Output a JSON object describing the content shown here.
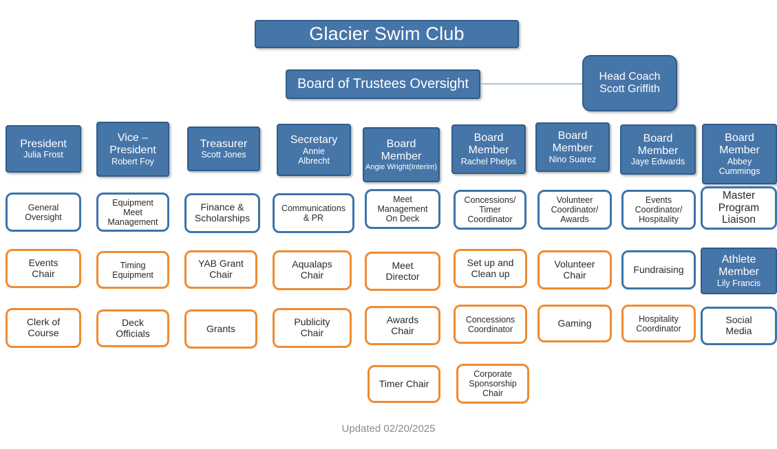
{
  "header": {
    "org_title": "Glacier Swim Club",
    "oversight_title": "Board of Trustees Oversight",
    "head_coach_role": "Head Coach",
    "head_coach_name": "Scott Griffith"
  },
  "footer": {
    "updated": "Updated 02/20/2025"
  },
  "colors": {
    "fill_blue": "#4675a8",
    "border_blue_dark": "#2e5c8a",
    "outline_blue": "#3b74ab",
    "outline_orange": "#ee8b32",
    "connector": "#a8c4dd",
    "footer_text": "#8b8b8b"
  },
  "columns": [
    {
      "officer": {
        "role": "President",
        "name": "Julia Frost"
      },
      "duty": {
        "text_1": "General",
        "text_2": "Oversight",
        "text_3": ""
      },
      "row3": {
        "text_1": "Events",
        "text_2": "Chair",
        "text_3": ""
      },
      "row4": {
        "text_1": "Clerk of",
        "text_2": "Course",
        "text_3": ""
      },
      "row5": null
    },
    {
      "officer": {
        "role_1": "Vice –",
        "role_2": "President",
        "name": "Robert Foy"
      },
      "duty": {
        "text_1": "Equipment",
        "text_2": "Meet",
        "text_3": "Management"
      },
      "row3": {
        "text_1": "Timing",
        "text_2": "Equipment",
        "text_3": ""
      },
      "row4": {
        "text_1": "Deck",
        "text_2": "Officials",
        "text_3": ""
      },
      "row5": null
    },
    {
      "officer": {
        "role": "Treasurer",
        "name": "Scott Jones"
      },
      "duty": {
        "text_1": "Finance &",
        "text_2": "Scholarships",
        "text_3": ""
      },
      "row3": {
        "text_1": "YAB Grant",
        "text_2": "Chair",
        "text_3": ""
      },
      "row4": {
        "text_1": "Grants",
        "text_2": "",
        "text_3": ""
      },
      "row5": null
    },
    {
      "officer": {
        "role": "Secretary",
        "name_1": "Annie",
        "name_2": "Albrecht"
      },
      "duty": {
        "text_1": "Communications",
        "text_2": "& PR",
        "text_3": ""
      },
      "row3": {
        "text_1": "Aqualaps",
        "text_2": "Chair",
        "text_3": ""
      },
      "row4": {
        "text_1": "Publicity",
        "text_2": "Chair",
        "text_3": ""
      },
      "row5": null
    },
    {
      "officer": {
        "role_1": "Board",
        "role_2": "Member",
        "name": "Angie Wright(Interim)"
      },
      "duty": {
        "text_1": "Meet",
        "text_2": "Management",
        "text_3": "On Deck"
      },
      "row3": {
        "text_1": "Meet",
        "text_2": "Director",
        "text_3": ""
      },
      "row4": {
        "text_1": "Awards",
        "text_2": "Chair",
        "text_3": ""
      },
      "row5": {
        "text_1": "Timer Chair",
        "text_2": "",
        "text_3": ""
      }
    },
    {
      "officer": {
        "role_1": "Board",
        "role_2": "Member",
        "name": "Rachel Phelps"
      },
      "duty": {
        "text_1": "Concessions/",
        "text_2": "Timer",
        "text_3": "Coordinator"
      },
      "row3": {
        "text_1": "Set up and",
        "text_2": "Clean up",
        "text_3": ""
      },
      "row4": {
        "text_1": "Concessions",
        "text_2": "Coordinator",
        "text_3": ""
      },
      "row5": {
        "text_1": "Corporate",
        "text_2": "Sponsorship",
        "text_3": "Chair"
      }
    },
    {
      "officer": {
        "role_1": "Board",
        "role_2": "Member",
        "name": "Nino Suarez"
      },
      "duty": {
        "text_1": "Volunteer",
        "text_2": "Coordinator/",
        "text_3": "Awards"
      },
      "row3": {
        "text_1": "Volunteer",
        "text_2": "Chair",
        "text_3": ""
      },
      "row4": {
        "text_1": "Gaming",
        "text_2": "",
        "text_3": ""
      },
      "row5": null
    },
    {
      "officer": {
        "role_1": "Board",
        "role_2": "Member",
        "name": "Jaye Edwards"
      },
      "duty": {
        "text_1": "Events",
        "text_2": "Coordinator/",
        "text_3": "Hospitality"
      },
      "row3": {
        "text_1": "Fundraising",
        "text_2": "",
        "text_3": ""
      },
      "row4": {
        "text_1": "Hospitality",
        "text_2": "Coordinator",
        "text_3": ""
      },
      "row5": null
    },
    {
      "officer": {
        "role_1": "Board",
        "role_2": "Member",
        "name_1": "Abbey",
        "name_2": "Cummings"
      },
      "duty": {
        "text_1": "Master",
        "text_2": "Program",
        "text_3": "Liaison"
      },
      "row3": {
        "role_1": "Athlete",
        "role_2": "Member",
        "name": "Lily Francis"
      },
      "row4": {
        "text_1": "Social",
        "text_2": "Media",
        "text_3": ""
      },
      "row5": null
    }
  ]
}
